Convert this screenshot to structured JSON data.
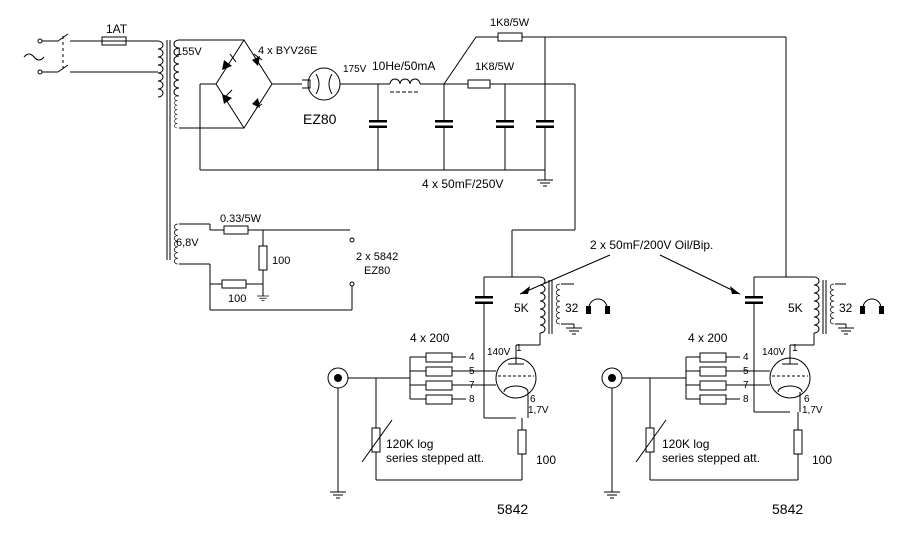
{
  "power_supply": {
    "fuse": "1AT",
    "hv_winding": "155V",
    "rectifier_diodes": "4 x BYV26E",
    "rectifier_tube": "EZ80",
    "rectifier_voltage": "175V",
    "choke": "10He/50mA",
    "resistor_top": "1K8/5W",
    "resistor_mid": "1K8/5W",
    "filter_caps": "4 x 50mF/250V"
  },
  "heater_supply": {
    "winding": "6,8V",
    "series_resistor": "0.33/5W",
    "resistor_a": "100",
    "resistor_b": "100",
    "heater_load_1": "2 x 5842",
    "heater_load_2": "EZ80"
  },
  "coupling_caps": "2 x 50mF/200V Oil/Bip.",
  "channel_left": {
    "grid_resistors": "4 x 200",
    "plate_voltage": "140V",
    "pins": [
      "1",
      "4",
      "5",
      "7",
      "8",
      "6"
    ],
    "cathode_voltage": "1,7V",
    "cathode_resistor": "100",
    "volume_pot": "120K log",
    "volume_pot_note": "series stepped att.",
    "transformer_primary": "5K",
    "transformer_secondary": "32",
    "tube": "5842"
  },
  "channel_right": {
    "grid_resistors": "4 x 200",
    "plate_voltage": "140V",
    "pins": [
      "1",
      "4",
      "5",
      "7",
      "8",
      "6"
    ],
    "cathode_voltage": "1,7V",
    "cathode_resistor": "100",
    "volume_pot": "120K log",
    "volume_pot_note": "series stepped att.",
    "transformer_primary": "5K",
    "transformer_secondary": "32",
    "tube": "5842"
  }
}
